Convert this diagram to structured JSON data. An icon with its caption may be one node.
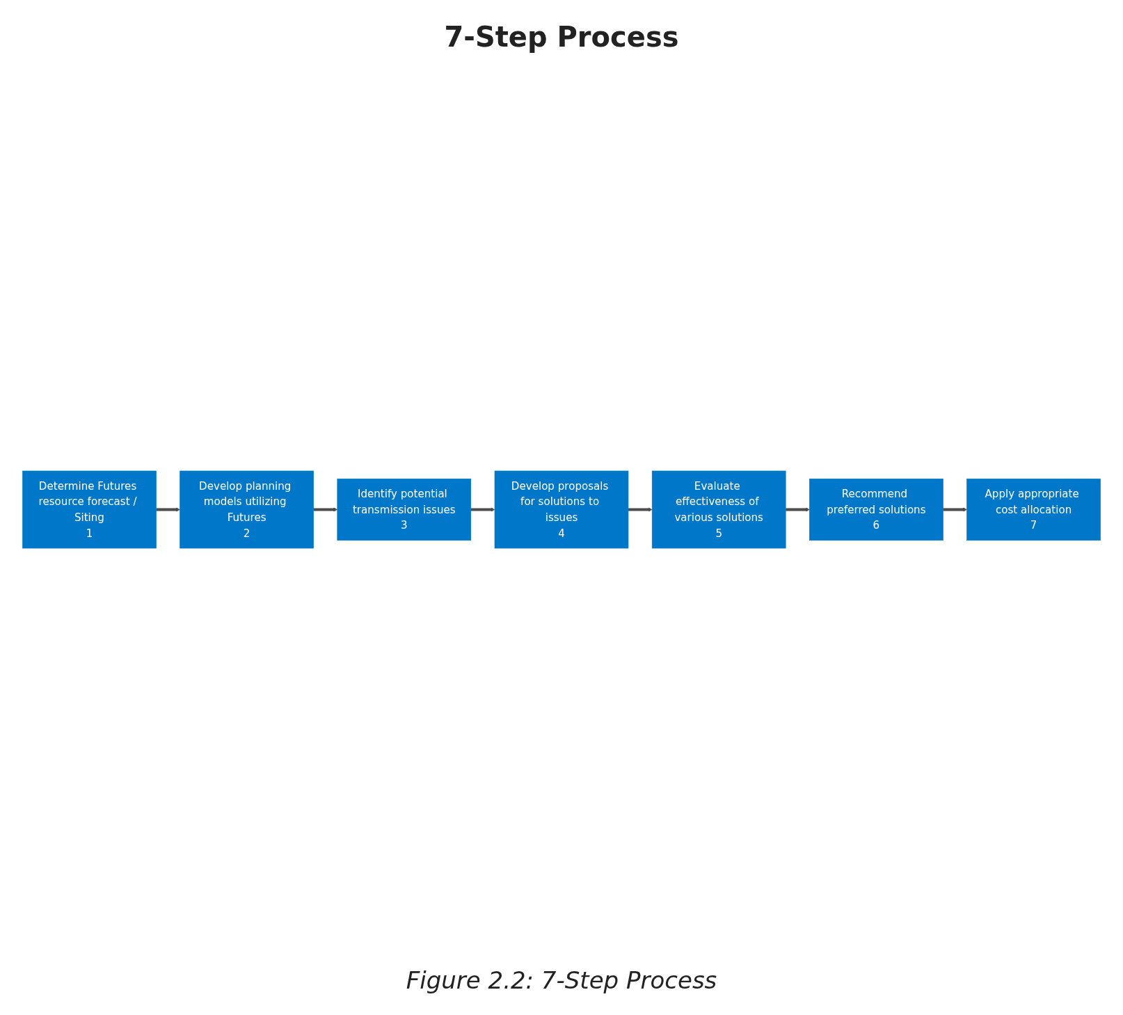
{
  "diagram": {
    "title": "7-Step Process",
    "caption": "Figure 2.2: 7-Step Process",
    "nodes": [
      {
        "text": [
          "Determine Futures resource forecast / Siting",
          "1"
        ]
      },
      {
        "text": [
          "Apply appropriate cost allocation",
          "7"
        ]
      },
      {
        "text": [
          "Develop planning models utilizing Futures",
          "2"
        ]
      },
      {
        "text": [
          "Recommend preferred solutions",
          "6"
        ]
      },
      {
        "text": [
          "Identify potential transmission issues",
          "3"
        ]
      },
      {
        "text": [
          "Evaluate effectiveness of various solutions",
          "5"
        ]
      },
      {
        "text": [
          "Develop proposals for solutions to issues",
          "4"
        ]
      }
    ],
    "edges": [
      {
        "from": 0,
        "to": 2,
        "arrow": "to"
      },
      {
        "from": 2,
        "to": 4,
        "arrow": "to"
      },
      {
        "from": 4,
        "to": 6,
        "arrow": "to"
      },
      {
        "from": 6,
        "to": 5,
        "arrow": "to"
      },
      {
        "from": 5,
        "to": 3,
        "arrow": "to"
      },
      {
        "from": 3,
        "to": 1,
        "arrow": "to"
      }
    ]
  }
}
